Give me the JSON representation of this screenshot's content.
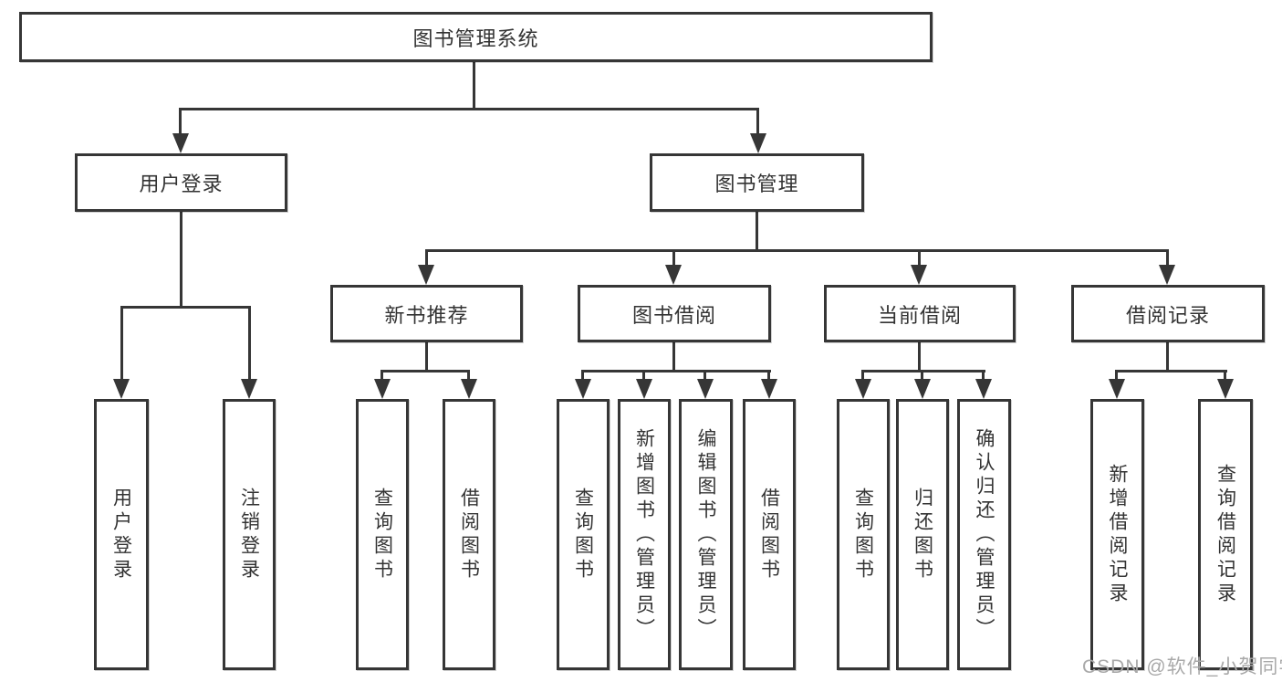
{
  "diagram": {
    "root": "图书管理系统",
    "level2": {
      "user_login": "用户登录",
      "book_mgmt": "图书管理"
    },
    "level3": {
      "new_book": "新书推荐",
      "borrow": "图书借阅",
      "current": "当前借阅",
      "records": "借阅记录"
    },
    "leaves": {
      "user": [
        "用户登录",
        "注销登录"
      ],
      "new_book": [
        "查询图书",
        "借阅图书"
      ],
      "borrow": [
        "查询图书",
        "新增图书（管理员）",
        "编辑图书（管理员）",
        "借阅图书"
      ],
      "current": [
        "查询图书",
        "归还图书",
        "确认归还（管理员）"
      ],
      "records": [
        "新增借阅记录",
        "查询借阅记录"
      ]
    }
  },
  "watermark": "CSDN @软件_小贺同学",
  "colors": {
    "line": "#363636",
    "text": "#333333",
    "watermark": "#a9a9a9",
    "background": "#ffffff"
  }
}
